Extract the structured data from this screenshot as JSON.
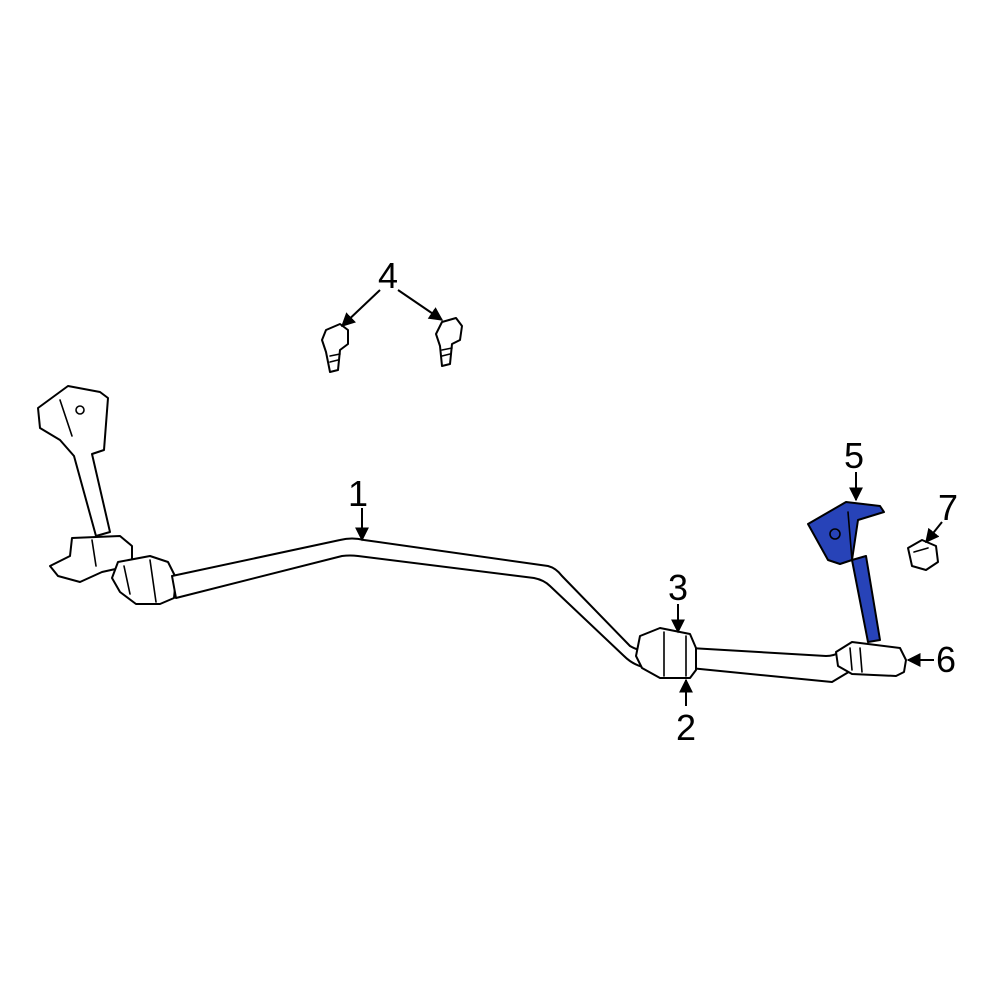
{
  "diagram": {
    "highlight_color": "#2743b8",
    "line_color": "#000000",
    "background": "#ffffff",
    "callouts": [
      {
        "id": "1",
        "label": "1"
      },
      {
        "id": "2",
        "label": "2"
      },
      {
        "id": "3",
        "label": "3"
      },
      {
        "id": "4",
        "label": "4"
      },
      {
        "id": "5",
        "label": "5"
      },
      {
        "id": "6",
        "label": "6"
      },
      {
        "id": "7",
        "label": "7"
      }
    ],
    "highlighted_part": "5"
  }
}
